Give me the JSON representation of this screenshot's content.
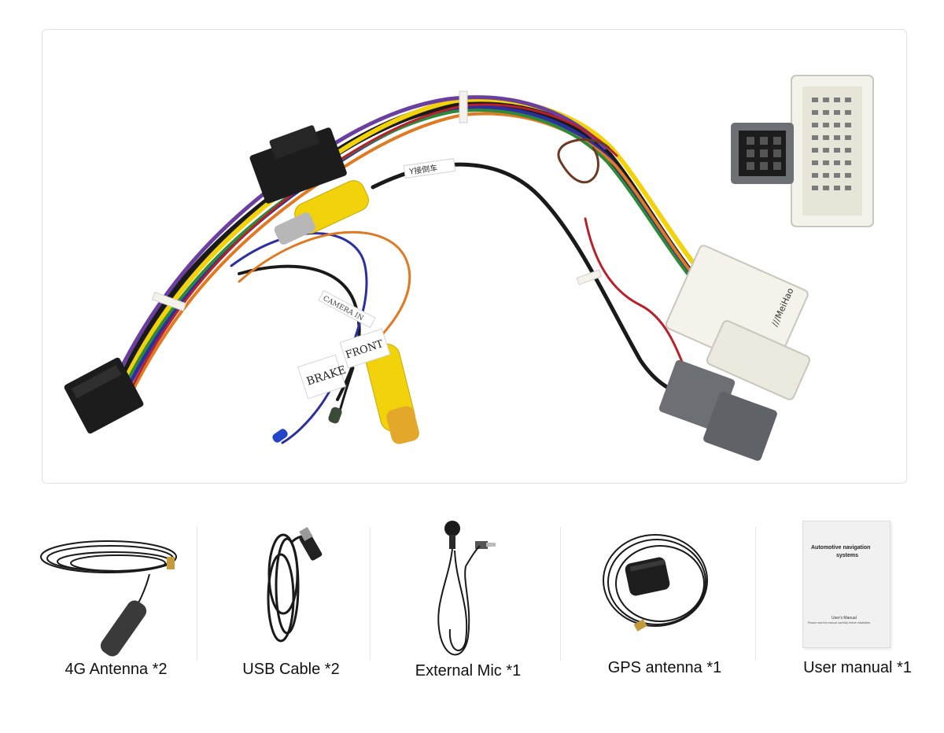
{
  "harness": {
    "tags": {
      "brake": "BRAKE",
      "front": "FRONT",
      "camera": "CAMERA IN",
      "y_label": "Y接倒车",
      "brand": "///MeiHao"
    }
  },
  "accessories": [
    {
      "label": "4G Antenna *2",
      "icon": "4g-antenna-icon"
    },
    {
      "label": "USB Cable *2",
      "icon": "usb-cable-icon"
    },
    {
      "label": "External Mic *1",
      "icon": "external-mic-icon"
    },
    {
      "label": "GPS antenna *1",
      "icon": "gps-antenna-icon"
    },
    {
      "label": "User manual *1",
      "icon": "user-manual-icon"
    }
  ],
  "manual": {
    "title_line1": "Automotive navigation",
    "title_line2": "systems",
    "footer_line1": "User's Manual",
    "footer_line2": "Please read the manual carefully before installation"
  },
  "colors": {
    "wire_yellow": "#f2d20a",
    "wire_black": "#1a1a1a",
    "wire_blue": "#2b2fa0",
    "wire_orange": "#e07a22",
    "wire_purple": "#6a3fa0",
    "wire_brown": "#6b3a22",
    "wire_red": "#b8202a",
    "wire_green": "#2e8a3a",
    "connector_white": "#f4f2ea",
    "connector_grey": "#6c6f73"
  }
}
